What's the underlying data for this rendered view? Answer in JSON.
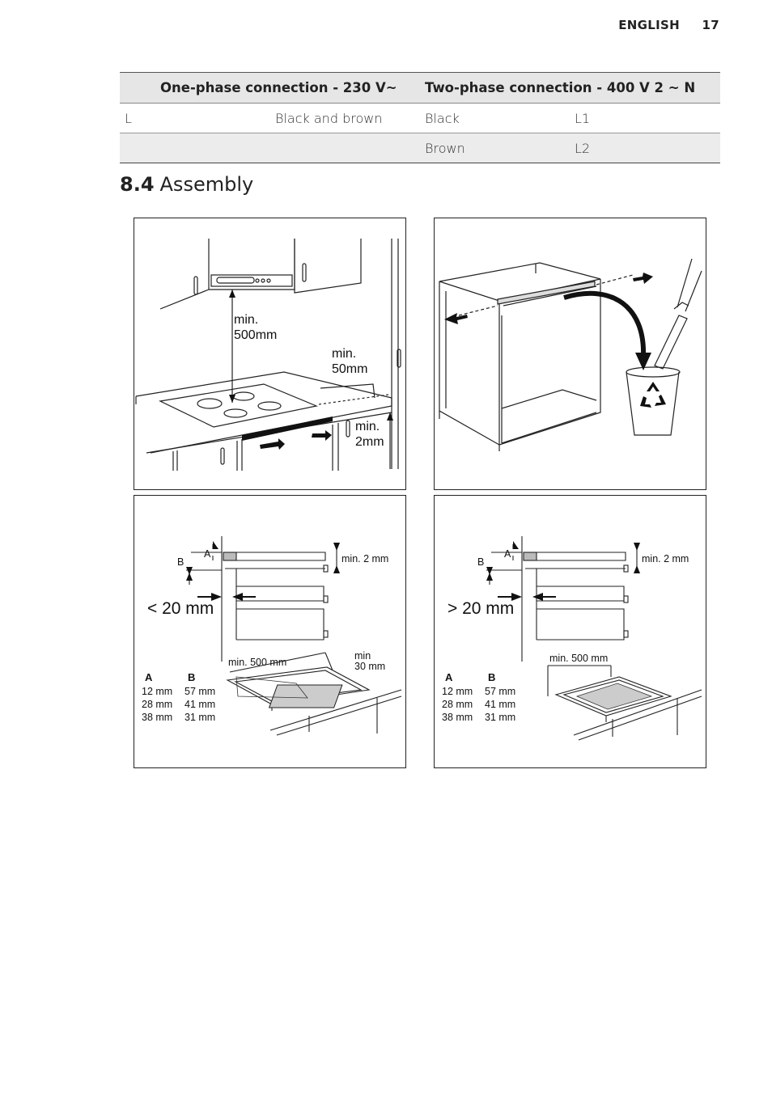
{
  "header": {
    "language": "ENGLISH",
    "page_number": "17"
  },
  "table": {
    "headers": [
      "One-phase connection - 230 V~",
      "Two-phase connection - 400 V 2 ~ N"
    ],
    "rows": [
      [
        "L",
        "Black and brown",
        "Black",
        "L1"
      ],
      [
        "",
        "",
        "Brown",
        "L2"
      ]
    ]
  },
  "section": {
    "number": "8.4",
    "title": "Assembly"
  },
  "fig1": {
    "min500": "min.",
    "min500b": "500mm",
    "min50": "min.",
    "min50b": "50mm",
    "min2": "min.",
    "min2b": "2mm"
  },
  "fig3": {
    "A": "A",
    "B": "B",
    "min2mm": "min. 2 mm",
    "gap": "< 20 mm",
    "min500mm": "min. 500 mm",
    "min30a": "min",
    "min30b": "30 mm",
    "col_a": "A",
    "col_b": "B",
    "rows": [
      [
        "12 mm",
        "57 mm"
      ],
      [
        "28 mm",
        "41 mm"
      ],
      [
        "38 mm",
        "31 mm"
      ]
    ]
  },
  "fig4": {
    "A": "A",
    "B": "B",
    "min2mm": "min. 2 mm",
    "gap": "> 20 mm",
    "min500mm": "min. 500 mm",
    "col_a": "A",
    "col_b": "B",
    "rows": [
      [
        "12 mm",
        "57 mm"
      ],
      [
        "28 mm",
        "41 mm"
      ],
      [
        "38 mm",
        "31 mm"
      ]
    ]
  }
}
